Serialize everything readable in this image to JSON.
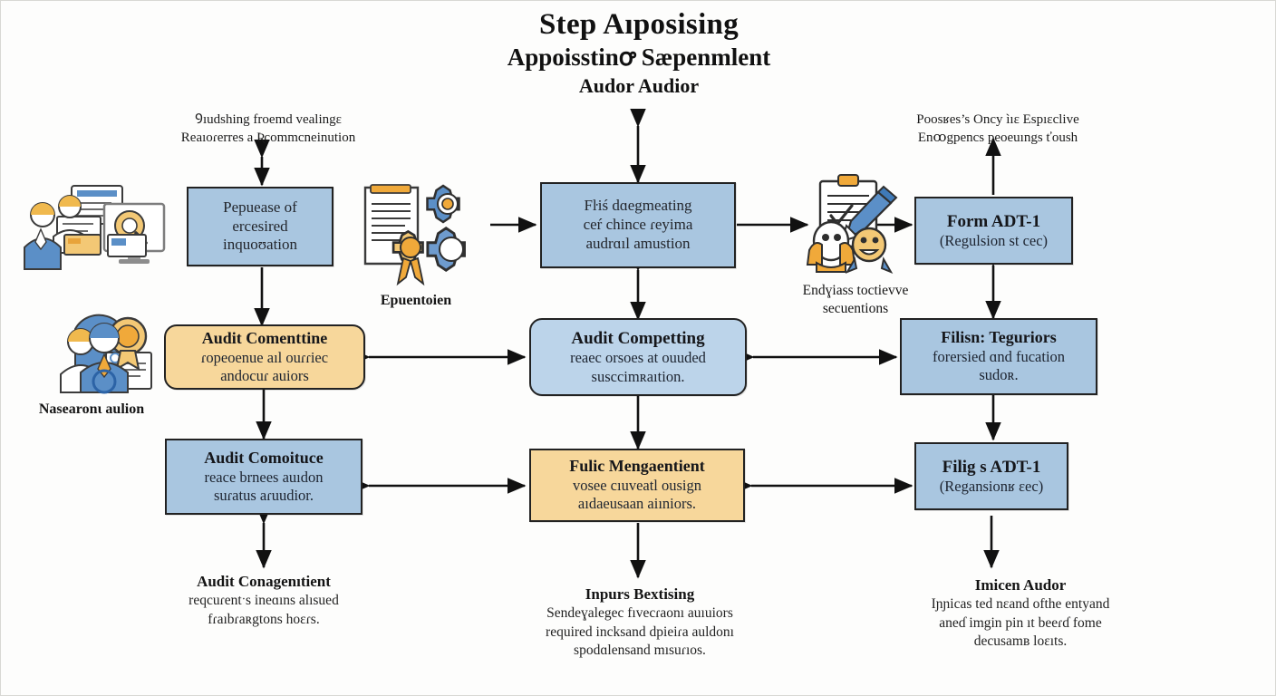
{
  "title": {
    "line1": "Step Aıposising",
    "line2": "Appoisstinꝍ Sæpenmlent",
    "line3": "Audor Audior"
  },
  "nodes": [
    {
      "id": "purpose-of-appointment",
      "title": "Pepuease of",
      "sub": "ercesired\ninquoʊation",
      "style": "blue",
      "shape": "rect"
    },
    {
      "id": "board-meeting-recommendation",
      "title": "Fŀiś dɑegmeating",
      "sub": "ceŕ chince ɾeyima\naudrɑıl amustion",
      "style": "blue",
      "shape": "rect"
    },
    {
      "id": "form-adt-1-top",
      "title": "Form ADT-1",
      "sub": "(Regulsion st cec)",
      "style": "blue",
      "shape": "rect"
    },
    {
      "id": "audit-committee-left",
      "title": "Audit Comenttine",
      "sub": "ɾopeoenue aıl ouɾɾiec\nandocuɾ auiors",
      "style": "orange",
      "shape": "round"
    },
    {
      "id": "audit-competting-center",
      "title": "Audit Competting",
      "sub": "reaec orsoes at ouuded\nsusccimʀaıtion.",
      "style": "blue-l",
      "shape": "round"
    },
    {
      "id": "filing-regulators",
      "title": "Filisn: Teguriors",
      "sub": "forersied ɑnd fucation\nsudoʀ.",
      "style": "blue",
      "shape": "rect"
    },
    {
      "id": "audit-comoituce-left-bottom",
      "title": "Audit Comoituce",
      "sub": "reace brnees auıdon\nsuɾatus aɾuudior.",
      "style": "blue",
      "shape": "rect"
    },
    {
      "id": "fulic-mengaentient",
      "title": "Fulic Mengaentient",
      "sub": "vosee cıuveatl ousign\naıdaeusaan aiıniors.",
      "style": "orange",
      "shape": "rect"
    },
    {
      "id": "filings-adt-1-bottom",
      "title": "Filig s AƊT-1",
      "sub": "(Regansionʁ ɛec)",
      "style": "blue",
      "shape": "rect"
    }
  ],
  "captions": [
    {
      "id": "top-left-note",
      "title": "",
      "body": "Ꝯıudshing froemd vealingɛ\nReaıoɾerres a Ʀcommcneinution"
    },
    {
      "id": "top-right-note",
      "title": "",
      "body": "Poosʁes’s Oncy ìıɛ Espıɛclive\nEnꝏgpencs peoeuıngs ťoush"
    },
    {
      "id": "bottom-left-note",
      "title": "Audit Conagenıtient",
      "body": "reqcuɾentˑs ineɑıns alısued\nfɾaıbɾaʀgtons hoɛɾs."
    },
    {
      "id": "bottom-center-note",
      "title": "Inpurs Bextising",
      "body": "Sendeɣalegec fıvecɾaonı auıuiors\nrequired incksand dpieiɾa auldonı\nspodɑlensand mısuɾıos."
    },
    {
      "id": "bottom-right-note",
      "title": "Imicen Audor",
      "body": "Iɲɲicas ted nɛand ofthe entyand\naneɗ imgin pin ıt beeɾɗ fome\ndecusamʙ loɛıts."
    }
  ],
  "icon_labels": [
    {
      "id": "audit-team-icon-label",
      "text": ""
    },
    {
      "id": "appointment-icon-label",
      "text": "Nasearonɩ aulion"
    },
    {
      "id": "documentation-icon-label",
      "text": "Epuentoien"
    },
    {
      "id": "endorsement-icon-label",
      "text": "Endɣiass toctievve\nsecuentions"
    }
  ],
  "icons": [
    {
      "id": "audit-team-icon",
      "name": "team-review-monitor-icon"
    },
    {
      "id": "appointment-icon",
      "name": "people-badge-document-icon"
    },
    {
      "id": "documentation-icon",
      "name": "document-award-gears-icon"
    },
    {
      "id": "endorsement-icon",
      "name": "clipboard-pencil-people-icon"
    }
  ],
  "colors": {
    "box_blue": "#a9c6e0",
    "box_blue_light": "#bcd4ea",
    "box_orange": "#f7d79b",
    "border": "#222222",
    "arrow": "#111111",
    "icon_blue": "#5b8fc7",
    "icon_orange": "#f0a93a",
    "background": "#fdfdfc"
  }
}
